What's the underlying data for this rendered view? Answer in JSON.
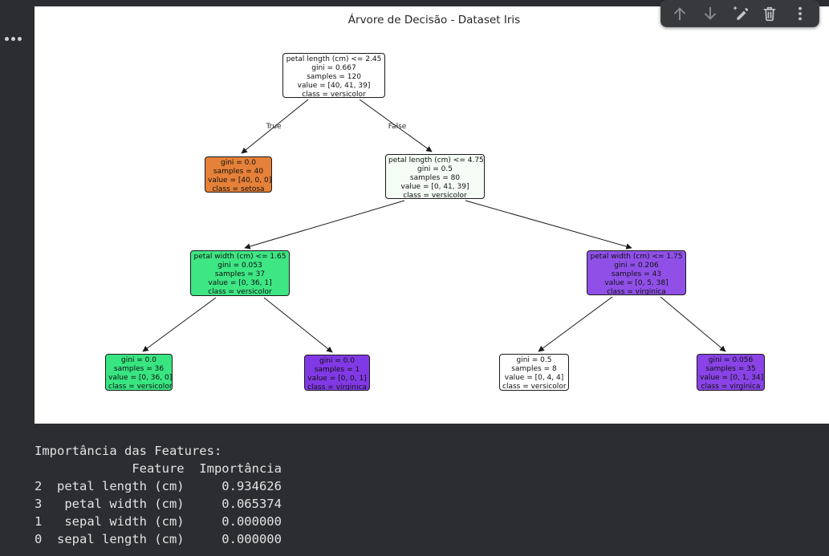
{
  "page": {
    "background": "#2b2d30"
  },
  "gutter": {
    "icon": "ellipsis-icon"
  },
  "toolbar": {
    "background": "#37393c",
    "icon_color": "#c2c6ca",
    "dimmed_icon_color": "#85898d",
    "buttons": [
      {
        "name": "move-cell-up",
        "icon": "arrow-up-icon"
      },
      {
        "name": "move-cell-down",
        "icon": "arrow-down-icon"
      },
      {
        "name": "edit-cell",
        "icon": "sparkle-pencil-icon"
      },
      {
        "name": "delete-cell",
        "icon": "trash-icon"
      },
      {
        "name": "more-cell-actions",
        "icon": "kebab-menu-icon"
      }
    ]
  },
  "figure": {
    "title": "Árvore de Decisão - Dataset Iris",
    "background": "#ffffff",
    "edge_labels": {
      "left": "True",
      "right": "False"
    },
    "nodes": [
      {
        "id": "root",
        "fill": "#ffffff",
        "lines": [
          "petal length (cm) <= 2.45",
          "gini = 0.667",
          "samples = 120",
          "value = [40, 41, 39]",
          "class = versicolor"
        ]
      },
      {
        "id": "setosa-leaf",
        "fill": "#e58139",
        "lines": [
          "gini = 0.0",
          "samples = 40",
          "value = [40, 0, 0]",
          "class = setosa"
        ]
      },
      {
        "id": "split-petal-length-475",
        "fill": "#f5fcf6",
        "lines": [
          "petal length (cm) <= 4.75",
          "gini = 0.5",
          "samples = 80",
          "value = [0, 41, 39]",
          "class = versicolor"
        ]
      },
      {
        "id": "split-petal-width-165",
        "fill": "#3ee684",
        "lines": [
          "petal width (cm) <= 1.65",
          "gini = 0.053",
          "samples = 37",
          "value = [0, 36, 1]",
          "class = versicolor"
        ]
      },
      {
        "id": "split-petal-width-175",
        "fill": "#9050e8",
        "lines": [
          "petal width (cm) <= 1.75",
          "gini = 0.206",
          "samples = 43",
          "value = [0, 5, 38]",
          "class = virginica"
        ]
      },
      {
        "id": "leaf-versicolor-pure",
        "fill": "#39e581",
        "lines": [
          "gini = 0.0",
          "samples = 36",
          "value = [0, 36, 0]",
          "class = versicolor"
        ]
      },
      {
        "id": "leaf-virginica-single",
        "fill": "#8139e5",
        "lines": [
          "gini = 0.0",
          "samples = 1",
          "value = [0, 0, 1]",
          "class = virginica"
        ]
      },
      {
        "id": "leaf-tie",
        "fill": "#ffffff",
        "lines": [
          "gini = 0.5",
          "samples = 8",
          "value = [0, 4, 4]",
          "class = versicolor"
        ]
      },
      {
        "id": "leaf-virginica-mostly",
        "fill": "#8943e6",
        "lines": [
          "gini = 0.056",
          "samples = 35",
          "value = [0, 1, 34]",
          "class = virginica"
        ]
      }
    ]
  },
  "console": {
    "text_color": "#e3e3e3",
    "lines": [
      "Importância das Features:",
      "             Feature  Importância",
      "2  petal length (cm)     0.934626",
      "3   petal width (cm)     0.065374",
      "1   sepal width (cm)     0.000000",
      "0  sepal length (cm)     0.000000"
    ]
  }
}
